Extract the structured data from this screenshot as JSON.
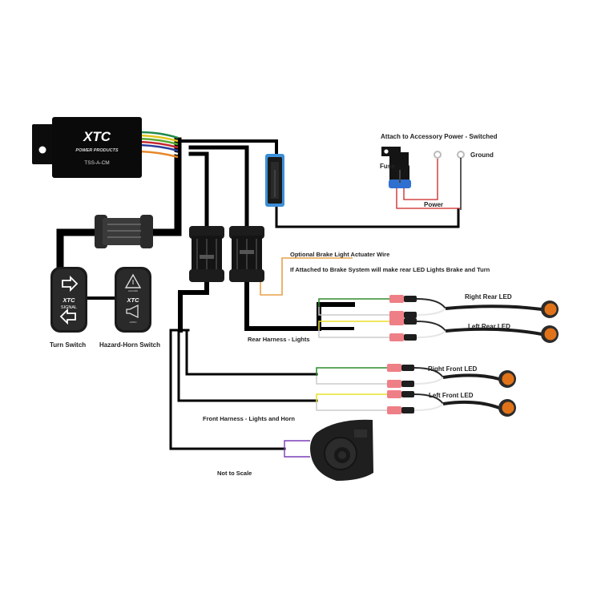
{
  "title": "XTC Turn Signal System Wiring Diagram",
  "module": {
    "brand": "XTC",
    "subtitle": "POWER PRODUCTS",
    "model": "TSS-A-CM"
  },
  "power": {
    "heading": "Attach to Accessory Power - Switched",
    "fuse_label": "Fuse",
    "ground_label": "Ground",
    "power_label": "Power"
  },
  "switches": {
    "turn": {
      "label": "Turn Switch",
      "brand": "XTC",
      "text": "SIGNAL"
    },
    "hazard_horn": {
      "label": "Hazard-Horn Switch",
      "brand": "XTC",
      "top_text": "HAZARD",
      "bottom_text": "HORN"
    }
  },
  "brake": {
    "line1": "Optional Brake Light Actuater Wire",
    "line2": "If Attached to Brake System will make rear LED Lights Brake and Turn"
  },
  "harnesses": {
    "rear": "Rear Harness - Lights",
    "front": "Front Harness - Lights and Horn"
  },
  "leds": [
    {
      "label": "Right Rear LED",
      "signal_wire": "green"
    },
    {
      "label": "Left Rear LED",
      "signal_wire": "yellow"
    },
    {
      "label": "Right Front LED",
      "signal_wire": "green"
    },
    {
      "label": "Left Front LED",
      "signal_wire": "yellow"
    }
  ],
  "footer_note": "Not to Scale",
  "colors": {
    "wire": "#000000",
    "brake_wire": "#e8a24a",
    "power_wire": "#cc2222",
    "horn_wire": "#7a3fb5",
    "green_wire": "#2e8b2e",
    "yellow_wire": "#e8e02a",
    "white_wire": "#cccccc",
    "connector_blue": "#3c8fd8",
    "led_amber": "#e0731a",
    "crimp_pink": "#ef7f86"
  }
}
